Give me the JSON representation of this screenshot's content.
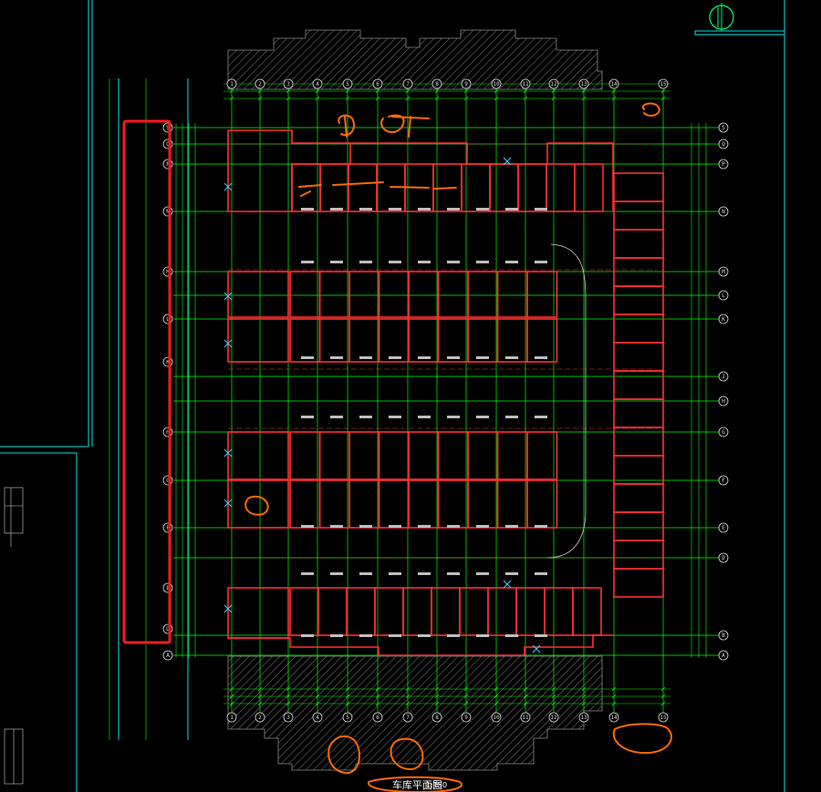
{
  "drawing": {
    "title": "车库平面图",
    "scale": "1:150"
  },
  "grid": {
    "columns": [
      "1",
      "2",
      "3",
      "4",
      "5",
      "6",
      "7",
      "8",
      "9",
      "10",
      "11",
      "12",
      "13",
      "14",
      "15"
    ],
    "rows": [
      "S",
      "Q",
      "P",
      "N",
      "M",
      "L",
      "K",
      "J",
      "H",
      "G",
      "F",
      "E",
      "D",
      "B",
      "A"
    ],
    "left_rows": [
      "S",
      "Q",
      "P",
      "N",
      "M",
      "L",
      "K",
      "H",
      "G",
      "F",
      "E",
      "D",
      "A"
    ]
  },
  "colors": {
    "background": "#000000",
    "grid_line": "#00ff00",
    "border": "#00e5e5",
    "wall": "#ff3030",
    "hatch": "#5a5a5a",
    "annotation": "#ff6a00",
    "highlight": "#ff1a1a",
    "symbol": "#3fd0ff"
  }
}
